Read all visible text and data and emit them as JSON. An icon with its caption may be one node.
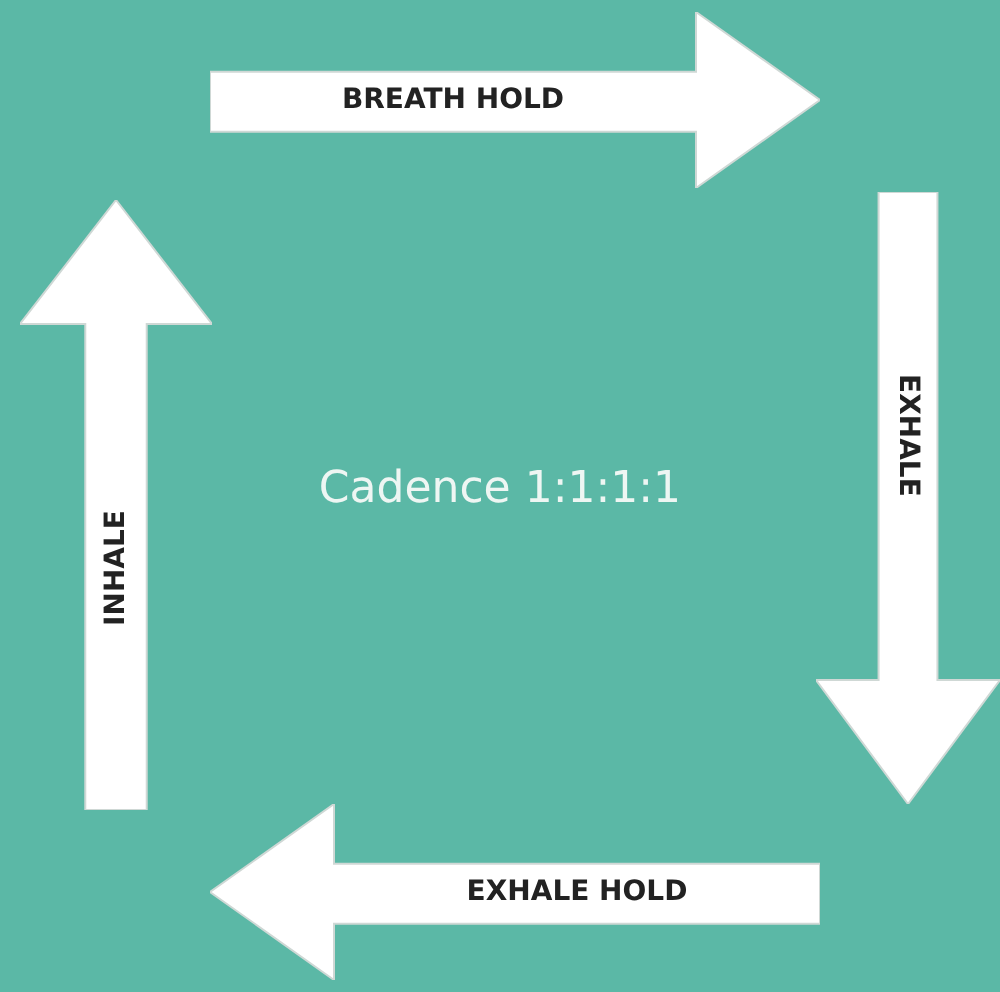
{
  "diagram": {
    "nodes": [
      {
        "text": [
          "BREATH HOLD"
        ]
      },
      {
        "text": [
          "INHALE"
        ]
      },
      {
        "text": [
          "EXHALE"
        ]
      },
      {
        "text": [
          "EXHALE HOLD"
        ]
      }
    ],
    "labels": [
      "Cadence 1:1:1:1"
    ]
  }
}
